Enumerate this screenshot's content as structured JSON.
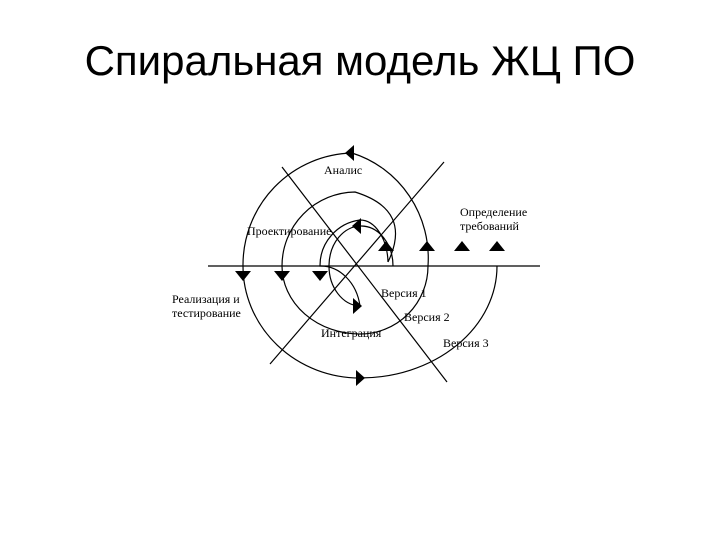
{
  "slide": {
    "title": "Спиральная модель ЖЦ ПО"
  },
  "diagram": {
    "labels": {
      "analysis": "Аналис",
      "requirements_line1": "Определение",
      "requirements_line2": "требований",
      "design": "Проектирование",
      "implementation_line1": "Реализация и",
      "implementation_line2": "тестирование",
      "integration": "Интеграция",
      "version1": "Версия 1",
      "version2": "Версия 2",
      "version3": "Версия 3"
    },
    "colors": {
      "line": "#000000",
      "background": "#ffffff"
    }
  }
}
